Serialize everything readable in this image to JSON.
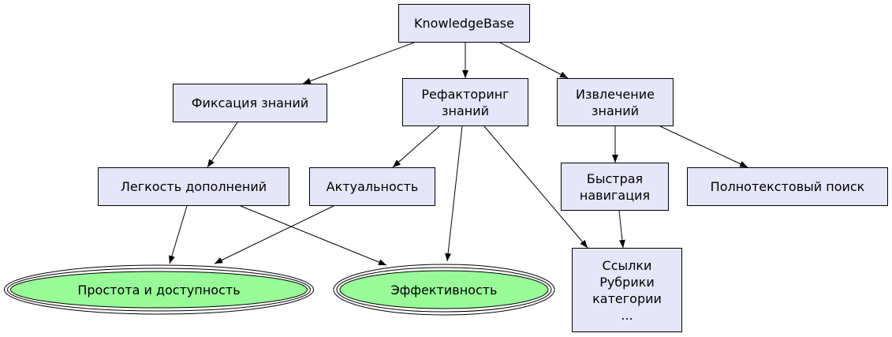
{
  "nodes": {
    "kb": "KnowledgeBase",
    "fix": "Фиксация знаний",
    "refactor": "Рефакторинг\nзнаний",
    "extract": "Извлечение\nзнаний",
    "ease": "Легкость дополнений",
    "actual": "Актуальность",
    "nav": "Быстрая\nнавигация",
    "fts": "Полнотекстовый поиск",
    "links": "Ссылки\nРубрики\nкатегории\n...",
    "simple": "Простота и доступность",
    "eff": "Эффективность"
  },
  "colors": {
    "box_fill": "#e6e6fa",
    "goal_fill": "#98fb98",
    "stroke": "#000000"
  }
}
